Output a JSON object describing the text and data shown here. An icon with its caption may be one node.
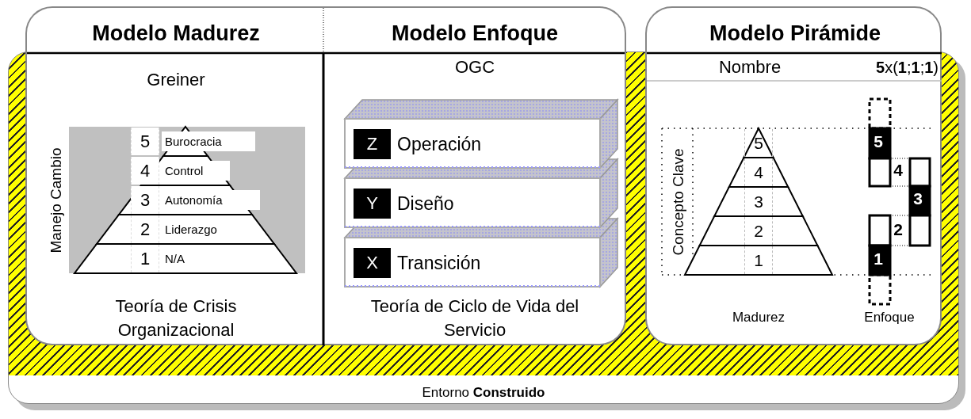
{
  "diagram": {
    "nodes": [
      {
        "text": [
          "Entorno **Construido**"
        ]
      },
      {
        "text": [
          "Modelo Madurez",
          "Greiner",
          "Manejo Cambio",
          "Teoría de Crisis Organizacional"
        ],
        "in": 0
      },
      {
        "text": [
          "5",
          "Burocracia"
        ],
        "in": 1
      },
      {
        "text": [
          "4",
          "Control"
        ],
        "in": 1
      },
      {
        "text": [
          "3",
          "Autonomía"
        ],
        "in": 1
      },
      {
        "text": [
          "2",
          "Liderazgo"
        ],
        "in": 1
      },
      {
        "text": [
          "1",
          "N/A"
        ],
        "in": 1
      },
      {
        "text": [
          "Modelo Enfoque",
          "OGC",
          "Teoría de Ciclo de Vida del Servicio"
        ],
        "in": 0
      },
      {
        "text": [
          "Z",
          "Operación"
        ],
        "in": 7
      },
      {
        "text": [
          "Y",
          "Diseño"
        ],
        "in": 7
      },
      {
        "text": [
          "X",
          "Transición"
        ],
        "in": 7
      },
      {
        "text": [
          "Modelo Pirámide",
          "Nombre",
          "**5**x(**1**;**1**;**1**)",
          "Concepto Clave",
          "Madurez",
          "Enfoque"
        ],
        "in": 0
      },
      {
        "text": [
          "5"
        ],
        "in": 11
      },
      {
        "text": [
          "4"
        ],
        "in": 11
      },
      {
        "text": [
          "3"
        ],
        "in": 11
      },
      {
        "text": [
          "2"
        ],
        "in": 11
      },
      {
        "text": [
          "1"
        ],
        "in": 11
      }
    ],
    "labels": [
      "5",
      "4",
      "3",
      "2",
      "1"
    ]
  }
}
